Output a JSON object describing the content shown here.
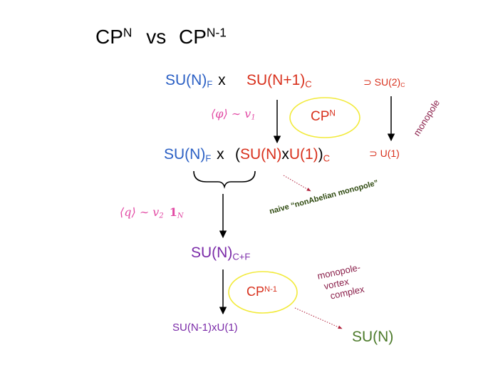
{
  "title": {
    "left": "CP",
    "left_sup": "N",
    "vs": "vs",
    "right": "CP",
    "right_sup": "N-1"
  },
  "row1": {
    "suf": "SU(N)",
    "suf_sub": "F",
    "times": "x",
    "sun1": "SU(N+1)",
    "sun1_sub": "C",
    "su2": "⊃  SU(2)",
    "su2_sub": "C"
  },
  "monopole": "monopole",
  "phi_vev": "⟨φ⟩ ∼ v",
  "phi_vev_sub": "1",
  "cpn_ellipse": {
    "base": "CP",
    "sup": "N"
  },
  "row2": {
    "suf": "SU(N)",
    "suf_sub": "F",
    "times": "x",
    "open": "(",
    "sun": "SU(N)",
    "x": "x",
    "u1": "U(1)",
    "close": ")",
    "close_sub": "C",
    "u1_sub": "⊃  U(1)"
  },
  "naive_label": "naive “nonAbelian monopole”",
  "q_vev": "⟨q⟩ ∼ v",
  "q_vev_sub": "2",
  "q_vev_one": "1",
  "q_vev_one_sub": "N",
  "sun_cf": {
    "base": "SU(N)",
    "sub": "C+F"
  },
  "cpn1_ellipse": {
    "base": "CP",
    "sup": "N-1"
  },
  "complex_label": {
    "line1": "monopole-",
    "line2": "vortex",
    "line3": "complex"
  },
  "bottom_left": "SU(N-1)xU(1)",
  "bottom_right": "SU(N)",
  "colors": {
    "blue": "#2a5fc4",
    "red": "#d8301c",
    "pink": "#e24aa4",
    "purple": "#7a2aa8",
    "darkgreen": "#2f4a10",
    "maroon": "#8a1f4a",
    "olive": "#4c7a2a",
    "yellow": "#f2ea3a"
  }
}
